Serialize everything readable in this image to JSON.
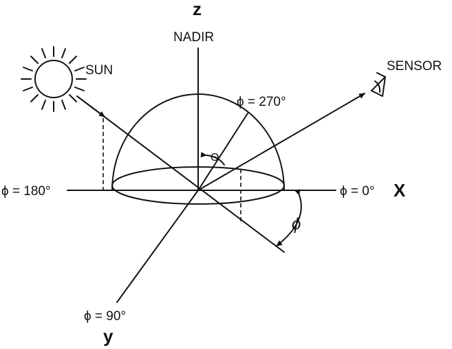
{
  "diagram": {
    "axis_z": "z",
    "axis_x": "X",
    "axis_y": "y",
    "nadir_label": "NADIR",
    "sun_label": "SUN",
    "sensor_label": "SENSOR",
    "phi_270": "ϕ = 270°",
    "phi_180": "ϕ = 180°",
    "phi_0": "ϕ = 0°",
    "phi_90": "ϕ = 90°",
    "theta_symbol": "Θ",
    "phi_symbol": "ϕ"
  }
}
